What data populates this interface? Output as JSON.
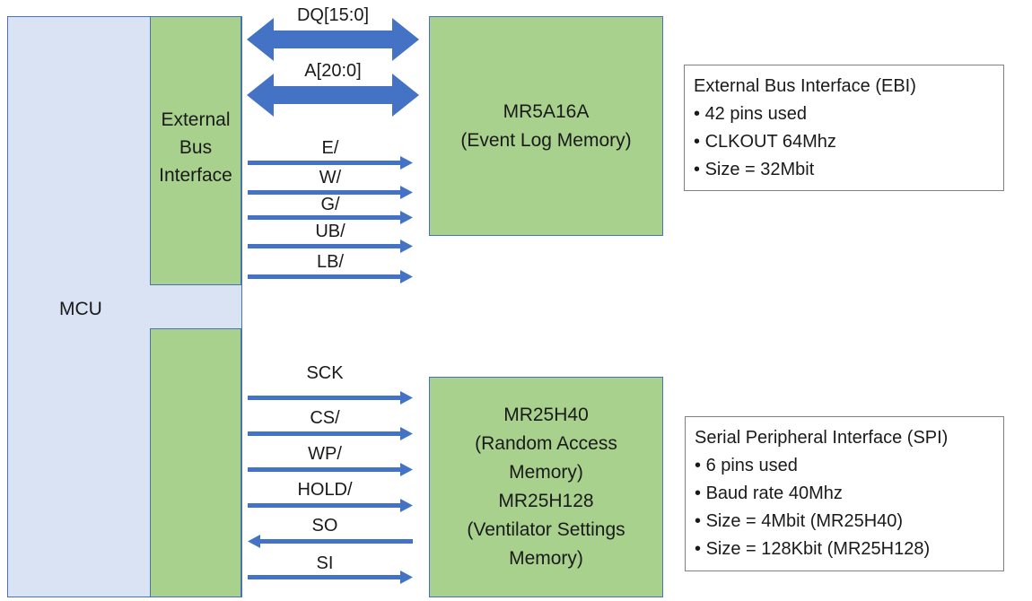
{
  "mcu": {
    "label": "MCU"
  },
  "ebi_block": {
    "lines": [
      "External",
      "Bus",
      "Interface"
    ]
  },
  "bus_labels": {
    "dq": "DQ[15:0]",
    "addr": "A[20:0]"
  },
  "ebi_signals": [
    "E/",
    "W/",
    "G/",
    "UB/",
    "LB/"
  ],
  "spi_signals": [
    "SCK",
    "CS/",
    "WP/",
    "HOLD/",
    "SO",
    "SI"
  ],
  "memory1": {
    "lines": [
      "MR5A16A",
      "(Event Log Memory)"
    ]
  },
  "memory2": {
    "lines": [
      "MR25H40",
      "(Random Access",
      "Memory)",
      "MR25H128",
      "(Ventilator Settings",
      "Memory)"
    ]
  },
  "ebi_info": {
    "title": "External Bus Interface (EBI)",
    "items": [
      "42 pins used",
      "CLKOUT 64Mhz",
      "Size = 32Mbit"
    ]
  },
  "spi_info": {
    "title": "Serial Peripheral Interface (SPI)",
    "items": [
      "6 pins used",
      "Baud rate 40Mhz",
      "Size = 4Mbit (MR25H40)",
      "Size = 128Kbit (MR25H128)"
    ]
  },
  "colors": {
    "arrow": "#4472c4",
    "block_green": "#a9d18e",
    "mcu_blue": "#dae3f3",
    "border": "#4a72b8"
  }
}
